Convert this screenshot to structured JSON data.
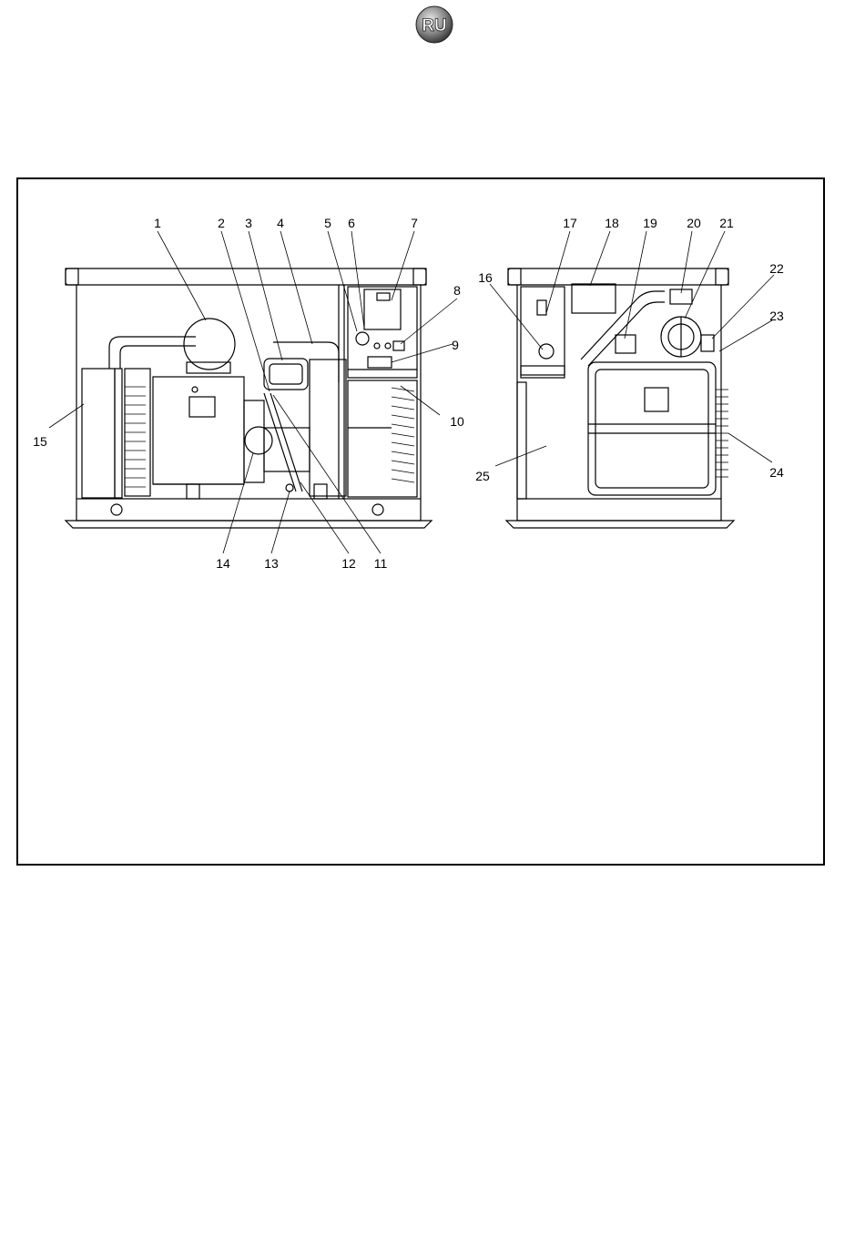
{
  "header": {
    "language_badge": "RU"
  },
  "figure": {
    "callouts": [
      "1",
      "2",
      "3",
      "4",
      "5",
      "6",
      "7",
      "8",
      "9",
      "10",
      "11",
      "12",
      "13",
      "14",
      "15",
      "16",
      "17",
      "18",
      "19",
      "20",
      "21",
      "22",
      "23",
      "24",
      "25"
    ]
  },
  "colors": {
    "ink": "#000000",
    "paper": "#ffffff",
    "badge_dark": "#3a3a3a",
    "badge_light": "#cfcfcf"
  }
}
